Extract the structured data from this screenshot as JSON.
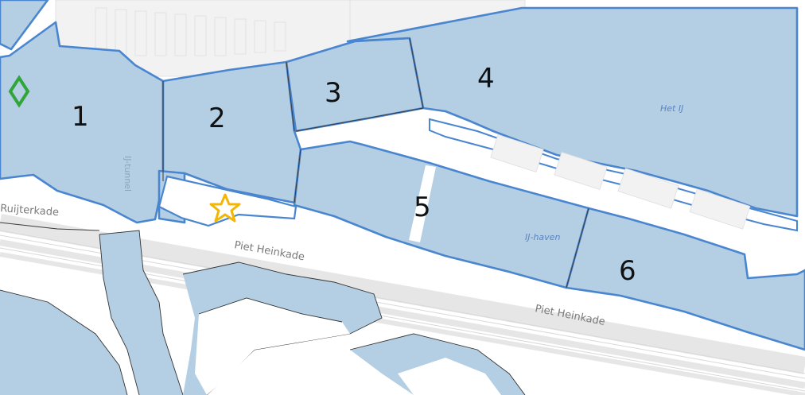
{
  "map": {
    "zones": [
      {
        "id": 1,
        "label": "1"
      },
      {
        "id": 2,
        "label": "2"
      },
      {
        "id": 3,
        "label": "3"
      },
      {
        "id": 4,
        "label": "4"
      },
      {
        "id": 5,
        "label": "5"
      },
      {
        "id": 6,
        "label": "6"
      }
    ],
    "labels": {
      "water_main": "Het IJ",
      "water_haven": "IJ-haven",
      "tunnel": "IJ-tunnel",
      "street_ruijterkade": "Ruijterkade",
      "street_piet_heinkade_1": "Piet Heinkade",
      "street_piet_heinkade_2": "Piet Heinkade"
    },
    "markers": {
      "diamond": "diamond-marker",
      "star": "star-marker"
    },
    "colors": {
      "water": "#b4cfe3",
      "zone_outline": "#4a86d0",
      "diamond": "#2fa53a",
      "star": "#f2b705",
      "land": "#ffffff"
    }
  }
}
